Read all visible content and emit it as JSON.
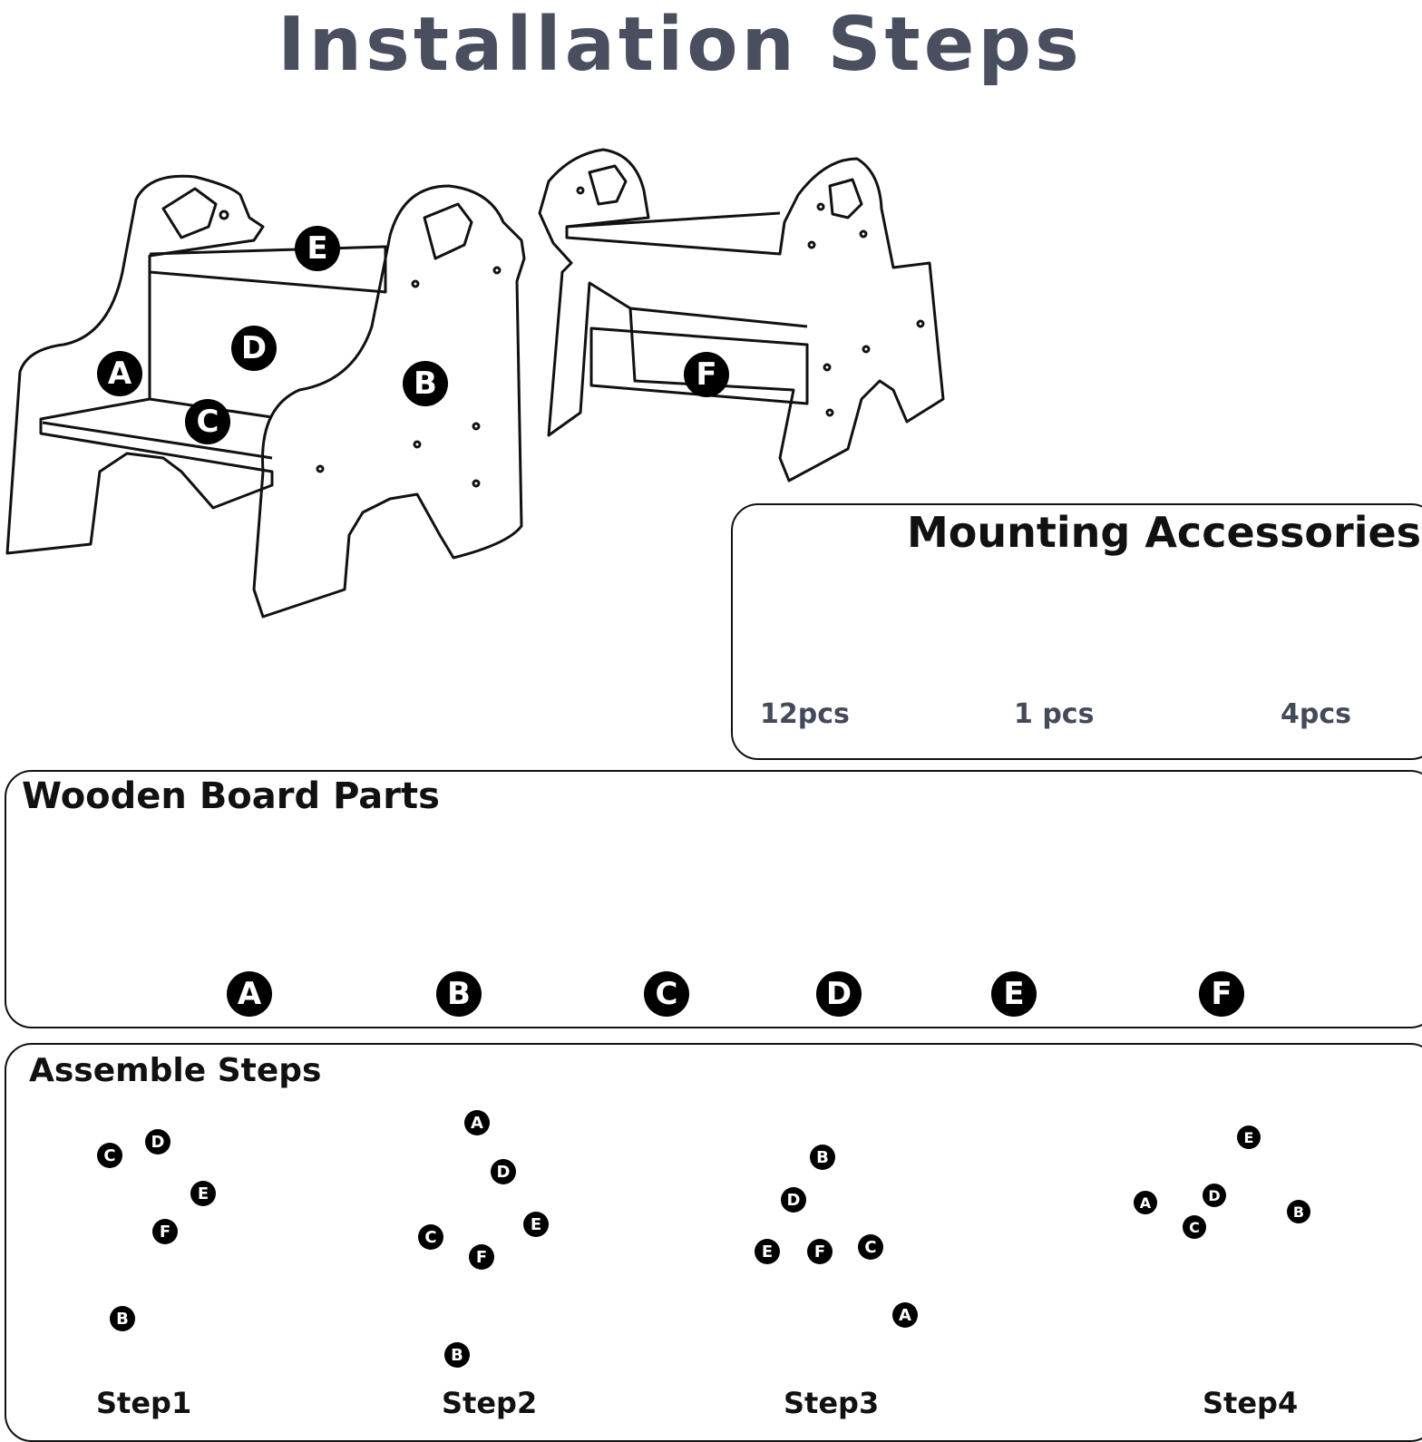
{
  "title": "Installation Steps",
  "hero_labels": [
    "A",
    "B",
    "C",
    "D",
    "E",
    "F"
  ],
  "accessories": {
    "title": "Mounting Accessories",
    "items": [
      {
        "icon": "screw-icon",
        "qty": "12pcs"
      },
      {
        "icon": "allen-key-icon",
        "qty": "1 pcs"
      },
      {
        "icon": "anti-slip-pad-icon",
        "qty": "4pcs"
      }
    ]
  },
  "wooden_parts": {
    "title": "Wooden Board Parts",
    "parts": [
      "A",
      "B",
      "C",
      "D",
      "E",
      "F"
    ]
  },
  "assemble": {
    "title": "Assemble Steps",
    "steps": [
      "Step1",
      "Step2",
      "Step3",
      "Step4"
    ]
  }
}
